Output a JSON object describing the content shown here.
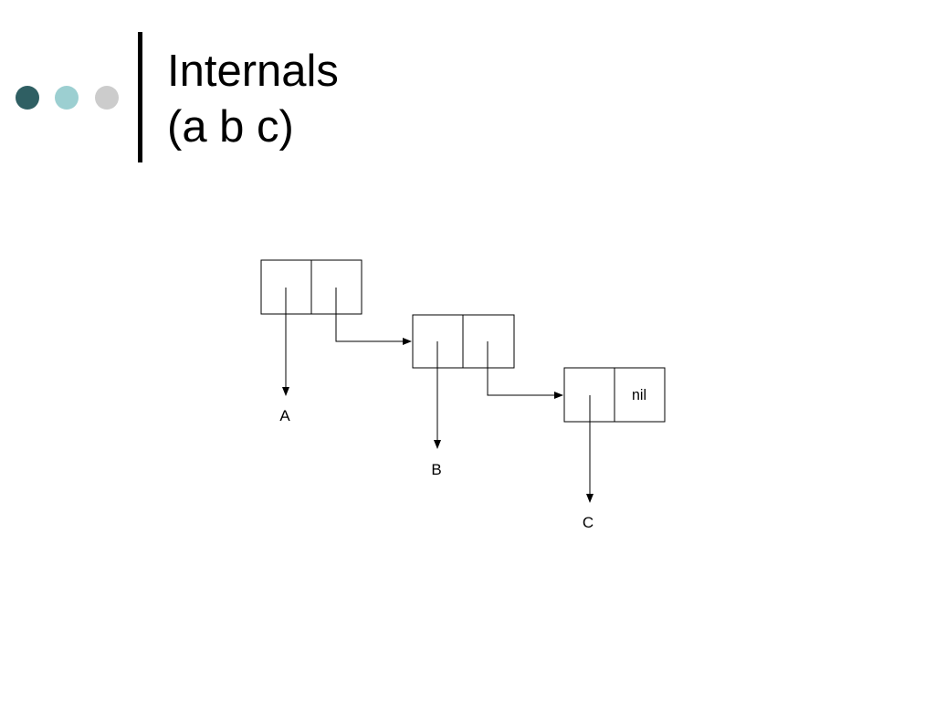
{
  "slide": {
    "title_line1": "Internals",
    "title_line2": "(a b c)"
  },
  "decoration": {
    "dot_colors": [
      "#2f5f63",
      "#9ccfd1",
      "#cccccc"
    ]
  },
  "diagram": {
    "cells": [
      {
        "car_label": "A",
        "cdr_label": ""
      },
      {
        "car_label": "B",
        "cdr_label": ""
      },
      {
        "car_label": "C",
        "cdr_label": "nil"
      }
    ]
  }
}
